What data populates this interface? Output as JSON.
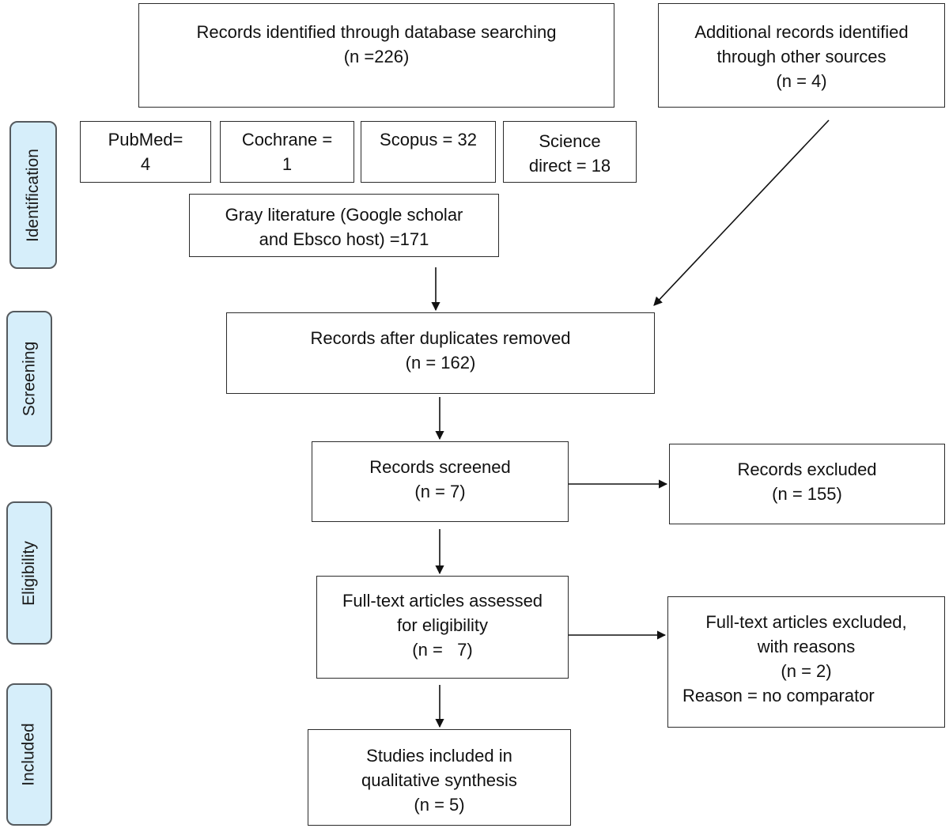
{
  "stages": {
    "identification": "Identification",
    "screening": "Screening",
    "eligibility": "Eligibility",
    "included": "Included"
  },
  "boxes": {
    "database_search": {
      "line1": "Records identified through database searching",
      "line2": "(n =226)"
    },
    "other_sources": {
      "line1": "Additional records identified",
      "line2": "through other sources",
      "line3": "(n = 4)"
    },
    "pubmed": {
      "line1": "PubMed=",
      "line2": "4"
    },
    "cochrane": {
      "line1": "Cochrane =",
      "line2": "1"
    },
    "scopus": {
      "line1": "Scopus = 32"
    },
    "science_direct": {
      "line1": "Science",
      "line2": "direct = 18"
    },
    "gray_literature": {
      "line1": "Gray literature (Google scholar",
      "line2": "and Ebsco host) =171"
    },
    "duplicates_removed": {
      "line1": "Records after duplicates removed",
      "line2": "(n = 162)"
    },
    "screened": {
      "line1": "Records screened",
      "line2": "(n = 7)"
    },
    "excluded": {
      "line1": "Records excluded",
      "line2": "(n = 155)"
    },
    "full_text_assessed": {
      "line1": "Full-text articles assessed",
      "line2": "for eligibility",
      "line3": "(n =   7)"
    },
    "full_text_excluded": {
      "line1": "Full-text articles excluded,",
      "line2": "with reasons",
      "line3": "(n = 2)",
      "line4": "Reason = no comparator"
    },
    "included_studies": {
      "line1": "Studies included in",
      "line2": "qualitative synthesis",
      "line3": "(n = 5)"
    }
  }
}
